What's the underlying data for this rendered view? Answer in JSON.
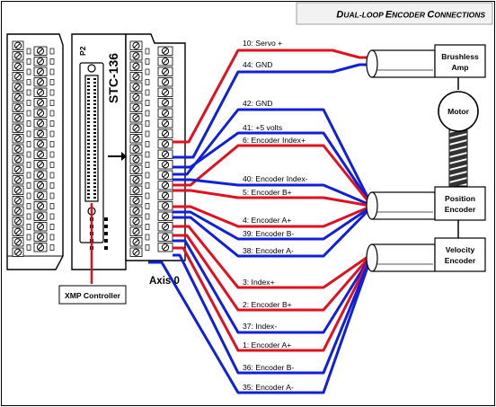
{
  "header": {
    "title": "DUAL-LOOP ENCODER CONNECTIONS",
    "title_parts": [
      "D",
      "UAL",
      "-LOOP ",
      "E",
      "NCODER ",
      "C",
      "ONNECTIONS"
    ]
  },
  "board": {
    "name": "STC-136",
    "connector_label": "P2",
    "axis_label": "Axis 0"
  },
  "controller": {
    "label": "XMP Controller"
  },
  "devices": {
    "amp": [
      "Brushless",
      "Amp"
    ],
    "motor": "Motor",
    "position_encoder": [
      "Position",
      "Encoder"
    ],
    "velocity_encoder": [
      "Velocity",
      "Encoder"
    ]
  },
  "wire_labels": [
    "10: Servo +",
    "44: GND",
    "42: GND",
    "41: +5 volts",
    "6: Encoder Index+",
    "40: Encoder Index-",
    "5: Encoder B+",
    "4: Encoder A+",
    "39: Encoder B-",
    "38: Encoder A-",
    "3:  Index+",
    "2:  Encoder B+",
    "37: Index-",
    "1:  Encoder A+",
    "36: Encoder B-",
    "35: Encoder A-"
  ],
  "colors": {
    "wire_red": "#e01020",
    "wire_blue": "#1020d8",
    "header_bg": "#f2f2f2",
    "device_fill": "#ffffff"
  }
}
